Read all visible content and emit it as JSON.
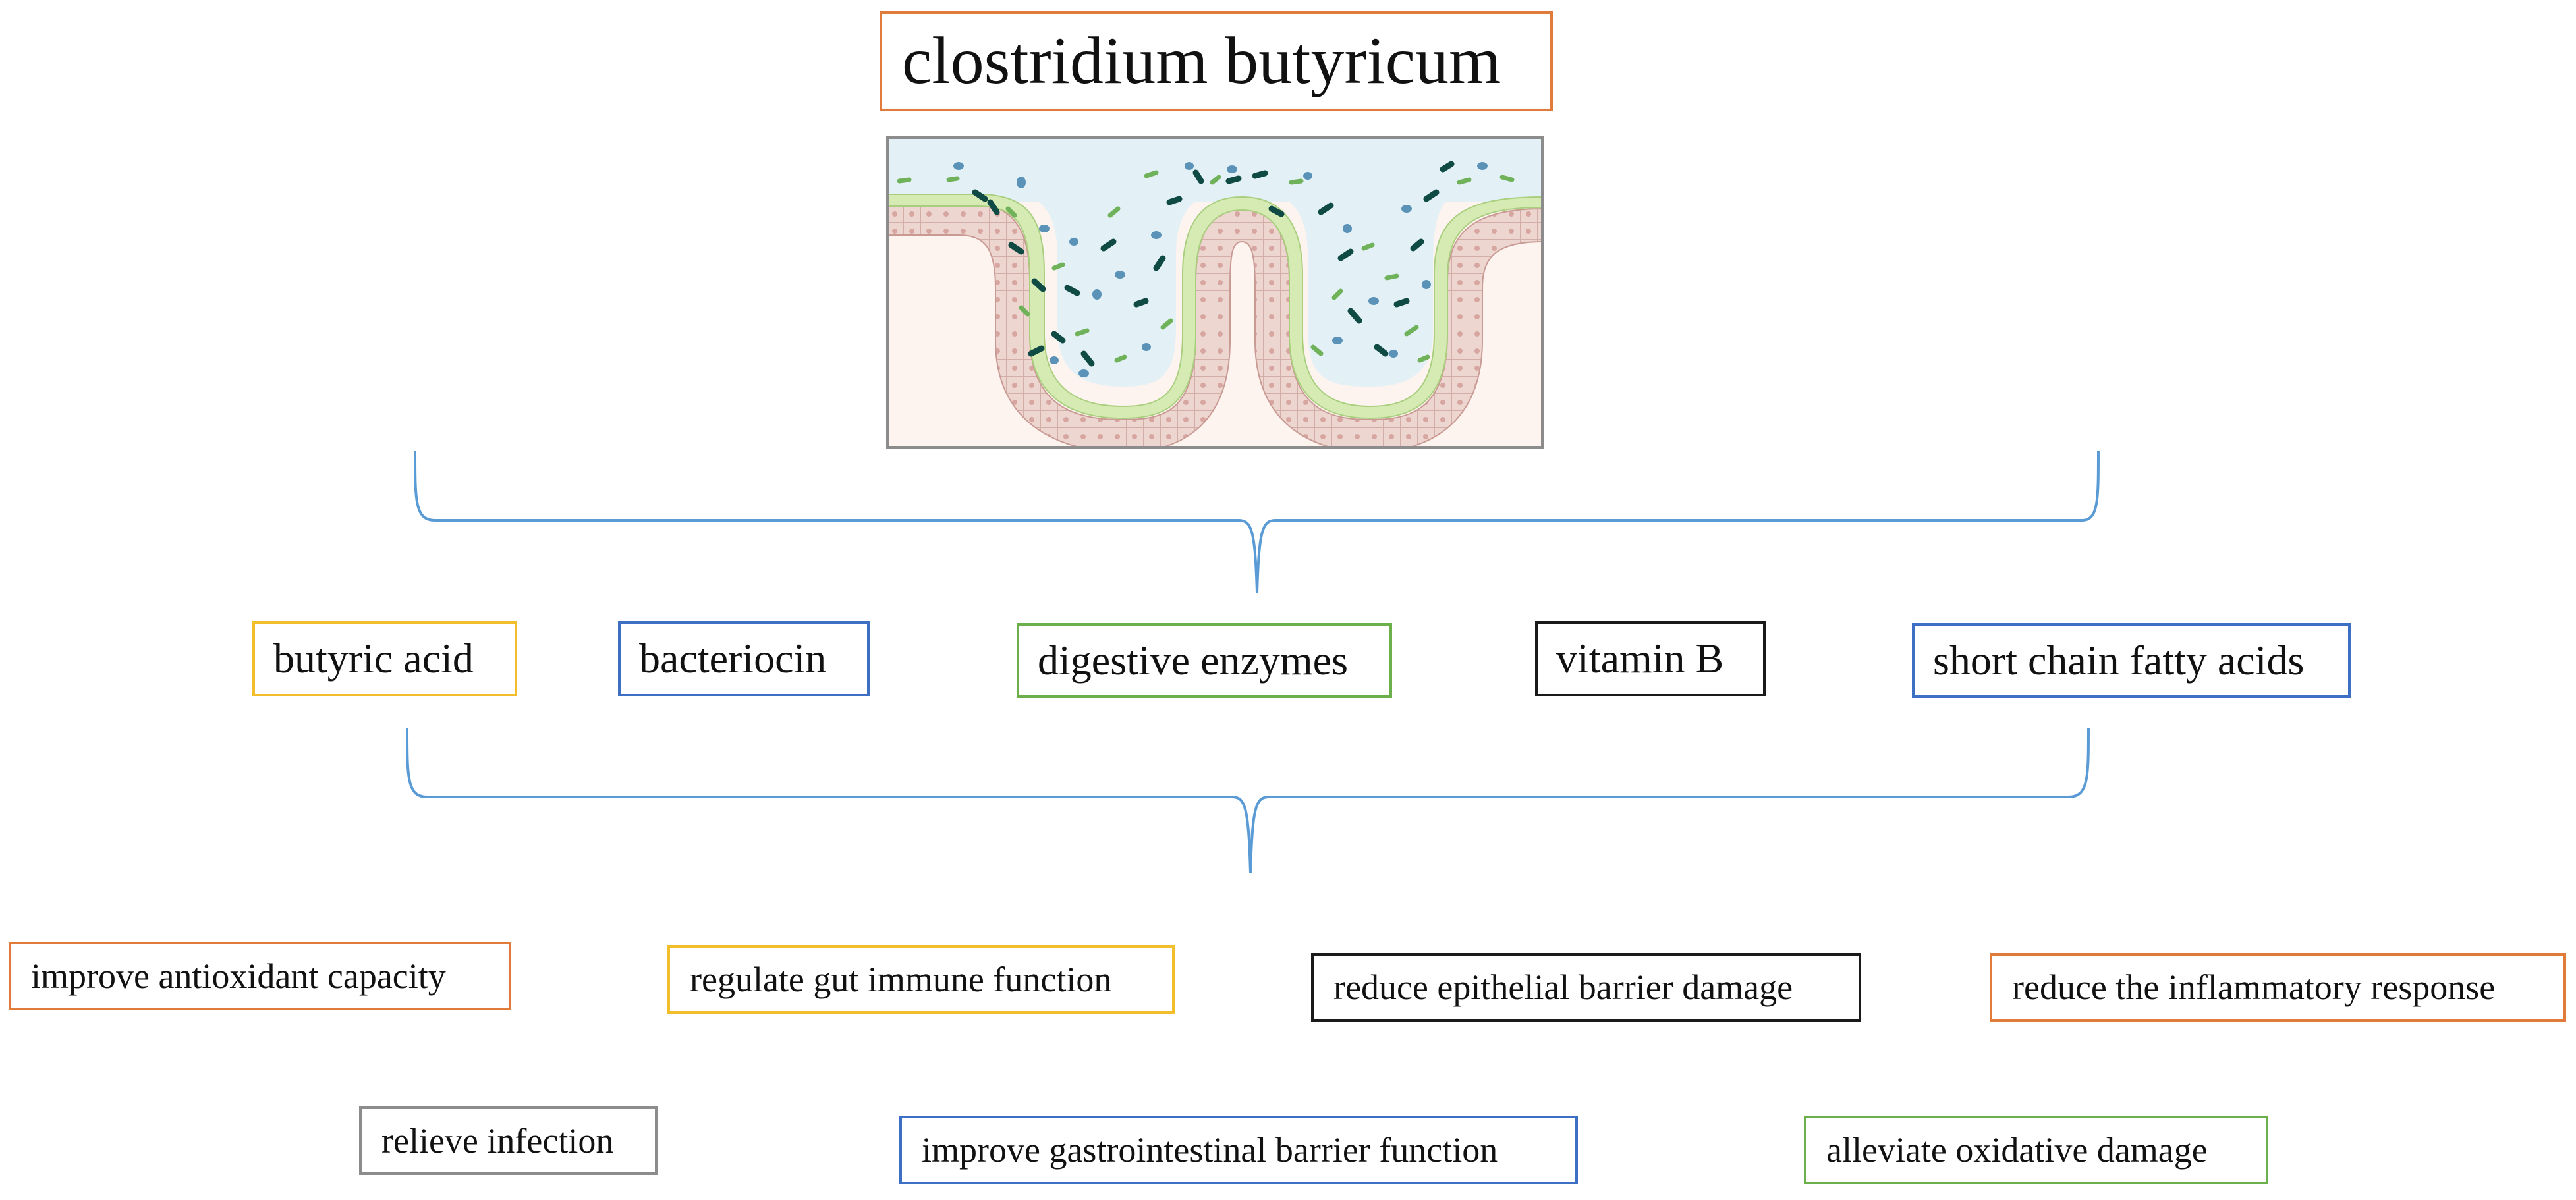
{
  "title": "clostridium butyricum",
  "colors": {
    "orange": "#E07B39",
    "yellow": "#F2BE2B",
    "blue": "#3D6FC4",
    "green": "#6BB04B",
    "black": "#1A1A1A",
    "gray": "#8C8C8C",
    "brace": "#5B9BD5"
  },
  "products": [
    {
      "label": "butyric acid",
      "color": "#F2BE2B"
    },
    {
      "label": "bacteriocin",
      "color": "#3D6FC4"
    },
    {
      "label": "digestive enzymes",
      "color": "#6BB04B"
    },
    {
      "label": "vitamin B",
      "color": "#1A1A1A"
    },
    {
      "label": "short chain fatty acids",
      "color": "#3D6FC4"
    }
  ],
  "effects": [
    {
      "label": "improve antioxidant capacity",
      "color": "#E07B39"
    },
    {
      "label": "regulate gut immune function",
      "color": "#F2BE2B"
    },
    {
      "label": "reduce epithelial barrier damage",
      "color": "#1A1A1A"
    },
    {
      "label": "reduce the inflammatory response",
      "color": "#E07B39"
    },
    {
      "label": "relieve infection",
      "color": "#8C8C8C"
    },
    {
      "label": "improve gastrointestinal barrier function",
      "color": "#3D6FC4"
    },
    {
      "label": "alleviate oxidative damage",
      "color": "#6BB04B"
    }
  ]
}
